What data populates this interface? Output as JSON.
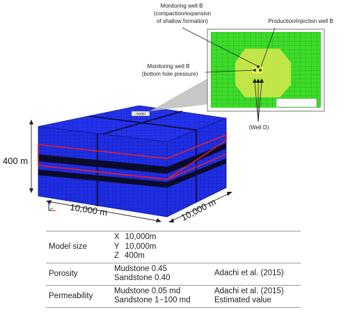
{
  "inset_labels": {
    "mw_b_top_line1": "Monitoring well B",
    "mw_b_top_line2": "(compaction/expansion",
    "mw_b_top_line3": "of shallow formation)",
    "production_well": "Production/injection well B",
    "mw_b_bhp_line1": "Monitoring well B",
    "mw_b_bhp_line2": "(bottom hole pressure)",
    "well_d": "(Well D)"
  },
  "model": {
    "height_label": "400 m",
    "width_label": "10,000 m",
    "depth_label": "10,000 m",
    "top_tag": "model"
  },
  "table": {
    "rows": [
      {
        "name": "Model size",
        "lines": [
          {
            "axis": "X",
            "value": "10,000m"
          },
          {
            "axis": "Y",
            "value": "10,000m"
          },
          {
            "axis": "Z",
            "value": "400m"
          }
        ]
      },
      {
        "name": "Porosity",
        "lines": [
          "Mudstone  0.45",
          "Sandstone 0.40"
        ],
        "refs": [
          "Adachi et al. (2015)"
        ]
      },
      {
        "name": "Permeability",
        "lines": [
          "Mudstone  0.05 md",
          "Sandstone 1−100 md"
        ],
        "refs": [
          "Adachi et al. (2015)",
          "Estimated value"
        ]
      }
    ]
  },
  "colors": {
    "block_blue": "#1f2ee6",
    "black_band": "#0b0b2a",
    "red_outline": "#e0202a",
    "inset_green": "#3ddc2a",
    "inset_yellow": "#c8e64a"
  }
}
